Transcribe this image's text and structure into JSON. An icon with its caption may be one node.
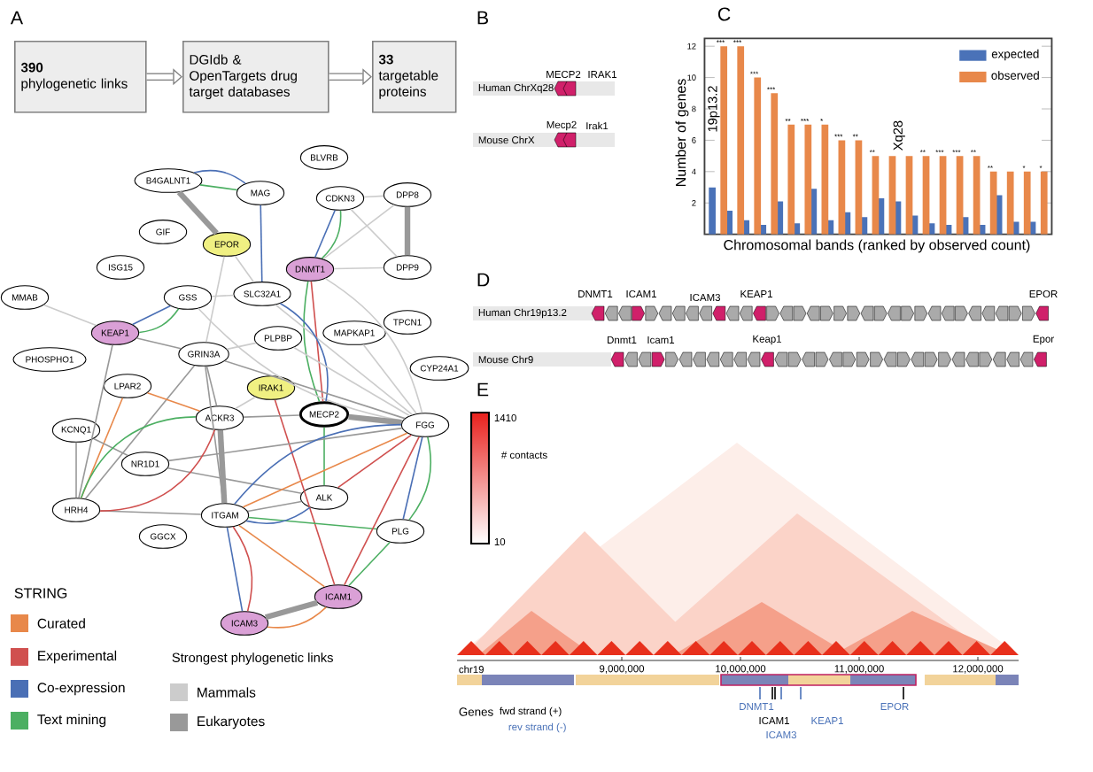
{
  "diagram": {
    "nodes": [
      {
        "text": [
          "390",
          "phylogenetic links"
        ]
      },
      {
        "text": [
          "DGIdb & OpenTargets drug target databases"
        ]
      },
      {
        "text": [
          "33",
          "targetable proteins"
        ]
      },
      {
        "text": [
          "B4GALNT1"
        ]
      },
      {
        "text": [
          "MAG"
        ]
      },
      {
        "text": [
          "BLVRB"
        ]
      },
      {
        "text": [
          "CDKN3"
        ]
      },
      {
        "text": [
          "DPP8"
        ]
      },
      {
        "text": [
          "GIF"
        ]
      },
      {
        "text": [
          "EPOR"
        ]
      },
      {
        "text": [
          "DNMT1"
        ]
      },
      {
        "text": [
          "DPP9"
        ]
      },
      {
        "text": [
          "ISG15"
        ]
      },
      {
        "text": [
          "MMAB"
        ]
      },
      {
        "text": [
          "GSS"
        ]
      },
      {
        "text": [
          "SLC32A1"
        ]
      },
      {
        "text": [
          "KEAP1"
        ]
      },
      {
        "text": [
          "PLPBP"
        ]
      },
      {
        "text": [
          "MAPKAP1"
        ]
      },
      {
        "text": [
          "TPCN1"
        ]
      },
      {
        "text": [
          "PHOSPHO1"
        ]
      },
      {
        "text": [
          "GRIN3A"
        ]
      },
      {
        "text": [
          "CYP24A1"
        ]
      },
      {
        "text": [
          "LPAR2"
        ]
      },
      {
        "text": [
          "IRAK1"
        ]
      },
      {
        "text": [
          "MECP2"
        ]
      },
      {
        "text": [
          "ACKR3"
        ]
      },
      {
        "text": [
          "KCNQ1"
        ]
      },
      {
        "text": [
          "FGG"
        ]
      },
      {
        "text": [
          "NR1D1"
        ]
      },
      {
        "text": [
          "ALK"
        ]
      },
      {
        "text": [
          "HRH4"
        ]
      },
      {
        "text": [
          "ITGAM"
        ]
      },
      {
        "text": [
          "GGCX"
        ]
      },
      {
        "text": [
          "PLG"
        ]
      },
      {
        "text": [
          "ICAM1"
        ]
      },
      {
        "text": [
          "ICAM3"
        ]
      }
    ],
    "edges": [
      {
        "from": 0,
        "to": 1,
        "arrow": "to",
        "style": "thick"
      },
      {
        "from": 1,
        "to": 2,
        "arrow": "to",
        "style": "thick"
      },
      {
        "from": 3,
        "to": 4,
        "arrow": "none",
        "color": "#4caf62"
      },
      {
        "from": 3,
        "to": 4,
        "arrow": "none",
        "color": "#4a6fb5"
      },
      {
        "from": 3,
        "to": 9,
        "arrow": "none",
        "color": "#999999",
        "style": "thick"
      },
      {
        "from": 4,
        "to": 15,
        "arrow": "none",
        "color": "#4a6fb5"
      },
      {
        "from": 6,
        "to": 10,
        "arrow": "none",
        "color": "#4a6fb5"
      },
      {
        "from": 6,
        "to": 10,
        "arrow": "none",
        "color": "#4caf62"
      },
      {
        "from": 6,
        "to": 7,
        "arrow": "none"
      },
      {
        "from": 6,
        "to": 11,
        "arrow": "none"
      },
      {
        "from": 7,
        "to": 11,
        "arrow": "none",
        "color": "#999999",
        "style": "thick"
      },
      {
        "from": 7,
        "to": 10,
        "arrow": "none"
      },
      {
        "from": 10,
        "to": 11,
        "arrow": "none"
      },
      {
        "from": 10,
        "to": 25,
        "arrow": "none",
        "color": "#d0504f"
      },
      {
        "from": 10,
        "to": 25,
        "arrow": "none",
        "color": "#4caf62"
      },
      {
        "from": 9,
        "to": 15,
        "arrow": "none"
      },
      {
        "from": 9,
        "to": 21,
        "arrow": "none"
      },
      {
        "from": 14,
        "to": 16,
        "arrow": "none",
        "color": "#4a6fb5"
      },
      {
        "from": 14,
        "to": 16,
        "arrow": "none",
        "color": "#4caf62"
      },
      {
        "from": 14,
        "to": 15,
        "arrow": "none"
      },
      {
        "from": 14,
        "to": 28,
        "arrow": "none"
      },
      {
        "from": 15,
        "to": 28,
        "arrow": "none"
      },
      {
        "from": 15,
        "to": 25,
        "arrow": "none",
        "color": "#4a6fb5"
      },
      {
        "from": 13,
        "to": 16,
        "arrow": "none"
      },
      {
        "from": 16,
        "to": 21,
        "arrow": "none",
        "color": "#999999"
      },
      {
        "from": 16,
        "to": 31,
        "arrow": "none",
        "color": "#999999"
      },
      {
        "from": 21,
        "to": 26,
        "arrow": "none",
        "color": "#999999"
      },
      {
        "from": 21,
        "to": 32,
        "arrow": "none",
        "color": "#999999"
      },
      {
        "from": 21,
        "to": 28,
        "arrow": "none",
        "color": "#999999"
      },
      {
        "from": 21,
        "to": 31,
        "arrow": "none",
        "color": "#999999"
      },
      {
        "from": 21,
        "to": 17,
        "arrow": "none"
      },
      {
        "from": 18,
        "to": 28,
        "arrow": "none"
      },
      {
        "from": 17,
        "to": 28,
        "arrow": "none"
      },
      {
        "from": 10,
        "to": 28,
        "arrow": "none"
      },
      {
        "from": 24,
        "to": 35,
        "arrow": "none",
        "color": "#d0504f"
      },
      {
        "from": 24,
        "to": 26,
        "arrow": "none"
      },
      {
        "from": 26,
        "to": 25,
        "arrow": "none",
        "color": "#999999"
      },
      {
        "from": 25,
        "to": 28,
        "arrow": "none",
        "color": "#999999",
        "style": "thick"
      },
      {
        "from": 25,
        "to": 30,
        "arrow": "none",
        "color": "#4caf62"
      },
      {
        "from": 23,
        "to": 31,
        "arrow": "none",
        "color": "#e8884a"
      },
      {
        "from": 23,
        "to": 26,
        "arrow": "none",
        "color": "#e8884a"
      },
      {
        "from": 27,
        "to": 29,
        "arrow": "none",
        "color": "#999999"
      },
      {
        "from": 27,
        "to": 31,
        "arrow": "none",
        "color": "#999999"
      },
      {
        "from": 29,
        "to": 28,
        "arrow": "none",
        "color": "#999999"
      },
      {
        "from": 29,
        "to": 30,
        "arrow": "none",
        "color": "#999999"
      },
      {
        "from": 31,
        "to": 32,
        "arrow": "none",
        "color": "#999999"
      },
      {
        "from": 31,
        "to": 26,
        "arrow": "none",
        "color": "#4caf62"
      },
      {
        "from": 31,
        "to": 26,
        "arrow": "none",
        "color": "#d0504f"
      },
      {
        "from": 32,
        "to": 28,
        "arrow": "none",
        "color": "#e8884a"
      },
      {
        "from": 32,
        "to": 28,
        "arrow": "none",
        "color": "#4a6fb5"
      },
      {
        "from": 32,
        "to": 30,
        "arrow": "none",
        "color": "#999999"
      },
      {
        "from": 32,
        "to": 34,
        "arrow": "none",
        "color": "#4caf62"
      },
      {
        "from": 32,
        "to": 35,
        "arrow": "none",
        "color": "#e8884a"
      },
      {
        "from": 32,
        "to": 36,
        "arrow": "none",
        "color": "#4a6fb5"
      },
      {
        "from": 32,
        "to": 36,
        "arrow": "none",
        "color": "#d0504f"
      },
      {
        "from": 26,
        "to": 32,
        "arrow": "none",
        "color": "#999999",
        "style": "thick"
      },
      {
        "from": 35,
        "to": 36,
        "arrow": "none",
        "color": "#999999",
        "style": "thick"
      },
      {
        "from": 35,
        "to": 36,
        "arrow": "none",
        "color": "#e8884a"
      },
      {
        "from": 28,
        "to": 34,
        "arrow": "none",
        "color": "#4a6fb5"
      },
      {
        "from": 28,
        "to": 34,
        "arrow": "none",
        "color": "#4caf62"
      },
      {
        "from": 28,
        "to": 35,
        "arrow": "none",
        "color": "#d0504f"
      },
      {
        "from": 28,
        "to": 30,
        "arrow": "none",
        "color": "#d0504f"
      },
      {
        "from": 34,
        "to": 35,
        "arrow": "none",
        "color": "#4caf62"
      },
      {
        "from": 30,
        "to": 32,
        "arrow": "none",
        "color": "#4a6fb5"
      }
    ],
    "labels": [
      "A",
      "B",
      "C",
      "D",
      "E",
      "MECP2",
      "IRAK1",
      "Human ChrXq28",
      "Mecp2",
      "Irak1",
      "Mouse ChrX",
      "DNMT1",
      "ICAM1",
      "ICAM3",
      "KEAP1",
      "EPOR",
      "Human Chr19p13.2",
      "Dnmt1",
      "Icam1",
      "Keap1",
      "Epor",
      "Mouse Chr9",
      "1410",
      "# contacts",
      "10",
      "chr19",
      "9,000,000",
      "10,000,000",
      "11,000,000",
      "12,000,000",
      "Genes",
      "fwd strand (+)",
      "rev strand (-)",
      "DNMT1",
      "EPOR",
      "ICAM1",
      "KEAP1",
      "ICAM3",
      "STRING",
      "Strongest phylogenetic links"
    ],
    "legend": [
      {
        "text": "Curated",
        "color": "#e8884a"
      },
      {
        "text": "Experimental",
        "color": "#d0504f"
      },
      {
        "text": "Co-expression",
        "color": "#4a6fb5"
      },
      {
        "text": "Text mining",
        "color": "#4caf62"
      },
      {
        "text": "Mammals",
        "color": "#cccccc"
      },
      {
        "text": "Eukaryotes",
        "color": "#999999"
      }
    ],
    "chart_data": {
      "type": "bar",
      "xlabel": "Chromosomal bands (ranked by observed count)",
      "ylabel": "Number of genes",
      "ylim": [
        0,
        12.5
      ],
      "yticks": [
        2,
        4,
        6,
        8,
        10,
        12
      ],
      "legend": "upper right",
      "series": [
        {
          "name": "expected",
          "color": "#4a72b8",
          "values": [
            3.0,
            1.5,
            0.9,
            0.6,
            2.1,
            0.7,
            2.9,
            0.9,
            1.4,
            1.1,
            2.3,
            2.1,
            1.2,
            0.7,
            0.6,
            1.1,
            0.6,
            2.5,
            0.8,
            0.8
          ]
        },
        {
          "name": "observed",
          "color": "#e8884a",
          "values": [
            12,
            12,
            10,
            9,
            7,
            7,
            7,
            6,
            6,
            5,
            5,
            5,
            5,
            5,
            5,
            5,
            4,
            4,
            4,
            4
          ]
        }
      ],
      "annotations": [
        "19p13.2",
        "Xq28",
        "***",
        "***",
        "***",
        "***",
        "**",
        "***",
        "*",
        "***",
        "**",
        "**",
        "**",
        "***",
        "***",
        "**",
        "**",
        "*",
        "*"
      ]
    }
  }
}
